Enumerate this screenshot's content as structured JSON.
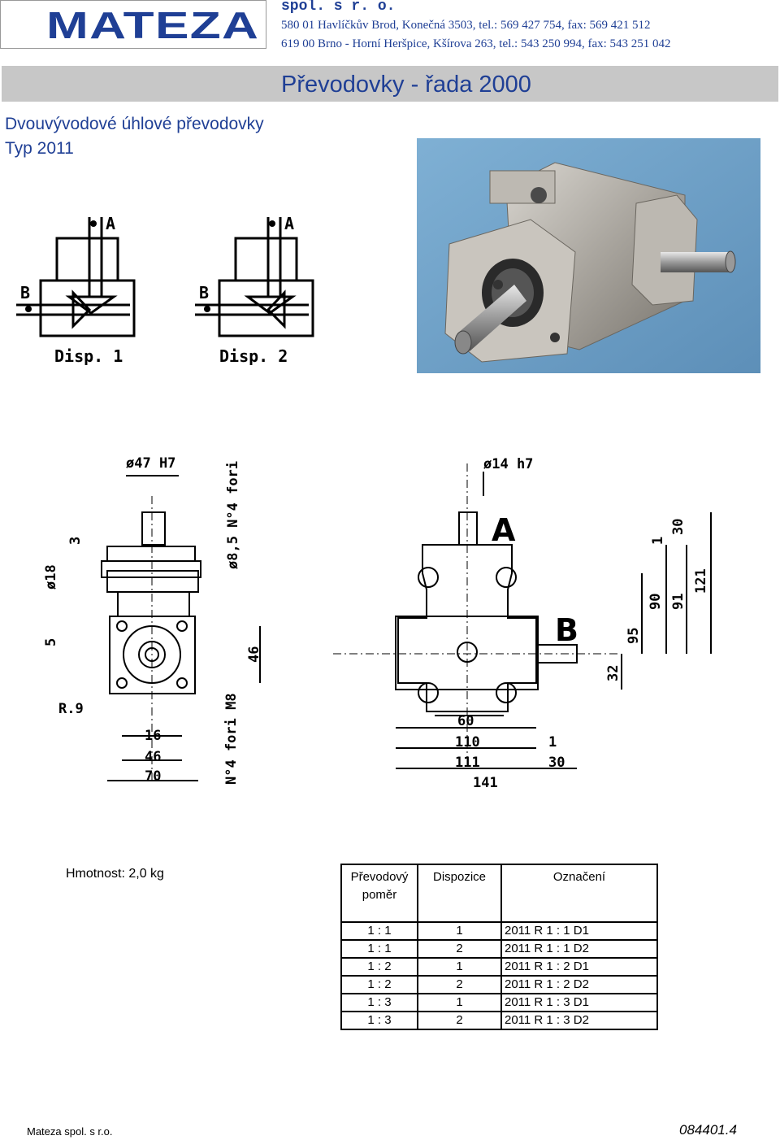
{
  "header": {
    "logo_text": "MATEZA",
    "company": "spol. s r. o.",
    "address_line1": "580 01 Havlíčkův Brod, Konečná 3503, tel.: 569 427 754, fax: 569 421 512",
    "address_line2": "619 00 Brno - Horní Heršpice, Kšírova 263, tel.: 543 250 994, fax: 543 251 042"
  },
  "series_title": "Převodovky - řada 2000",
  "product": {
    "title": "Dvouvývodové úhlové převodovky",
    "type": "Typ 2011"
  },
  "schematic": {
    "label_a": "A",
    "label_b": "B",
    "disp1": "Disp. 1",
    "disp2": "Disp. 2"
  },
  "drawing_labels": {
    "d47": "ø47 H7",
    "holes_top": "ø8,5 N°4 fori",
    "d14": "ø14 h7",
    "dim3": "3",
    "d18": "ø18",
    "dim5": "5",
    "r9": "R.9",
    "m8": "N°4 fori M8",
    "dim46v": "46",
    "dim16": "16",
    "dim46": "46",
    "dim70": "70",
    "label_a": "A",
    "label_b": "B",
    "dim1v": "1",
    "dim30v": "30",
    "dim90": "90",
    "dim91": "91",
    "dim121": "121",
    "dim95": "95",
    "dim32": "32",
    "dim60": "60",
    "dim110": "110",
    "dim1h": "1",
    "dim111": "111",
    "dim30h": "30",
    "dim141": "141"
  },
  "weight": "Hmotnost: 2,0 kg",
  "table": {
    "headers": [
      "Převodový poměr",
      "Dispozice",
      "Označení"
    ],
    "header_line1": "Převodový",
    "header_line2": "poměr",
    "rows": [
      [
        "1 : 1",
        "1",
        "2011 R 1 : 1 D1"
      ],
      [
        "1 : 1",
        "2",
        "2011 R 1 : 1 D2"
      ],
      [
        "1 : 2",
        "1",
        "2011 R 1 : 2 D1"
      ],
      [
        "1 : 2",
        "2",
        "2011 R 1 : 2 D2"
      ],
      [
        "1 : 3",
        "1",
        "2011 R 1 : 3 D1"
      ],
      [
        "1 : 3",
        "2",
        "2011 R 1 : 3 D2"
      ]
    ]
  },
  "footer": {
    "company": "Mateza spol. s r.o.",
    "code": "084401.4"
  },
  "colors": {
    "brand_blue": "#1f3f95",
    "title_bar_gray": "#c7c7c7",
    "photo_bg": "#6fa2c8"
  }
}
